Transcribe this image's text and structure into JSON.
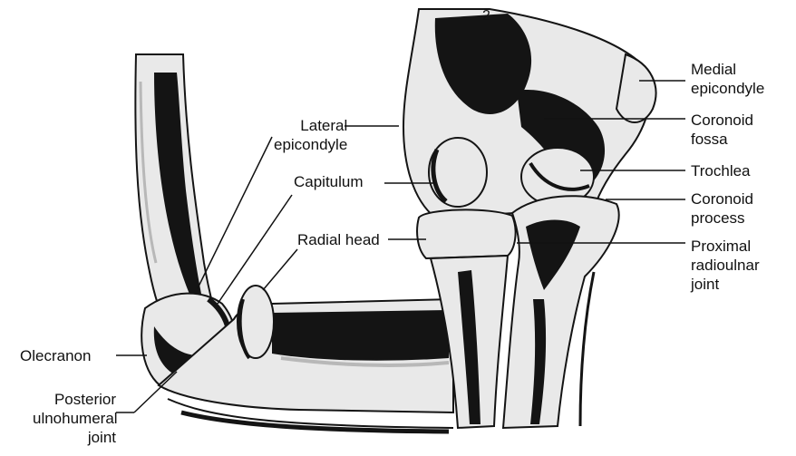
{
  "colors": {
    "bone_light": "#e9e9e9",
    "bone_shade": "#b8b8b8",
    "bone_dark": "#141414",
    "ink": "#111111",
    "background": "#ffffff"
  },
  "labels": {
    "lateral_epicondyle": [
      "Lateral",
      "epicondyle"
    ],
    "capitulum": [
      "Capitulum"
    ],
    "radial_head": [
      "Radial head"
    ],
    "olecranon": [
      "Olecranon"
    ],
    "posterior_ulnohumeral_joint": [
      "Posterior",
      "ulnohumeral",
      "joint"
    ],
    "medial_epicondyle": [
      "Medial",
      "epicondyle"
    ],
    "coronoid_fossa": [
      "Coronoid",
      "fossa"
    ],
    "trochlea": [
      "Trochlea"
    ],
    "coronoid_process": [
      "Coronoid",
      "process"
    ],
    "proximal_radioulnar_joint": [
      "Proximal",
      "radioulnar",
      "joint"
    ]
  },
  "figure_number": "2"
}
